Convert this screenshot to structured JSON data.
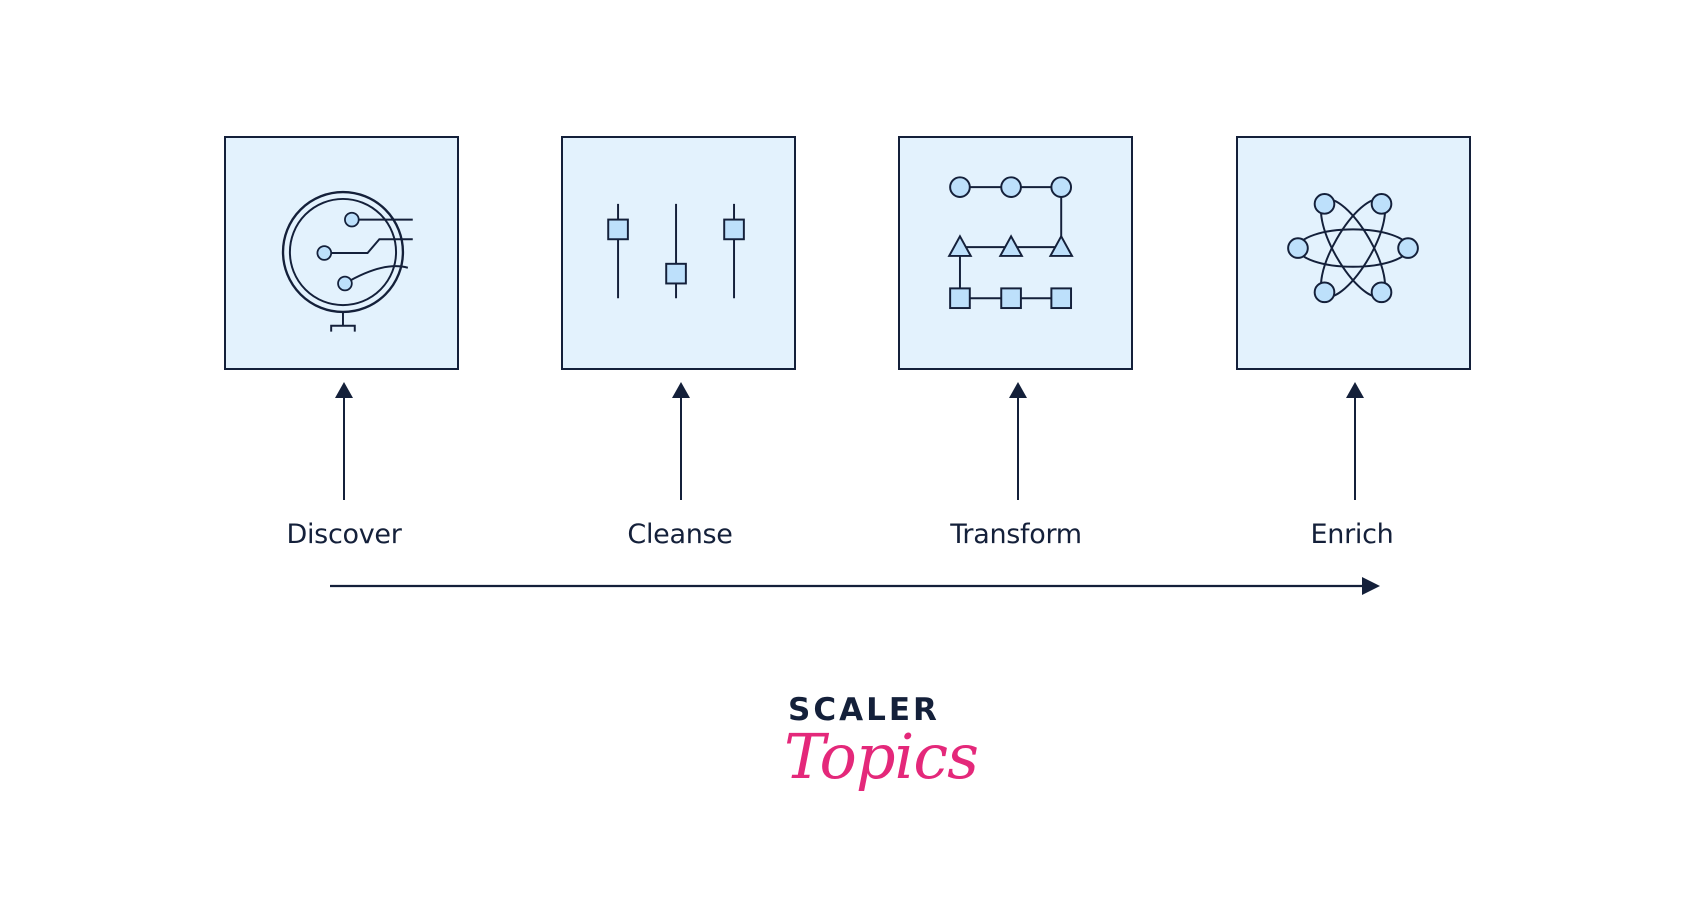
{
  "diagram": {
    "title": "Data wrangling process",
    "stages": [
      {
        "label": "Discover",
        "icon": "magnifier-circuit-icon"
      },
      {
        "label": "Cleanse",
        "icon": "sliders-icon"
      },
      {
        "label": "Transform",
        "icon": "shape-network-icon"
      },
      {
        "label": "Enrich",
        "icon": "atom-icon"
      }
    ],
    "flow_direction": "left-to-right"
  },
  "colors": {
    "stroke": "#14203a",
    "box_fill": "#e3f2fd",
    "node_fill": "#bde0fb",
    "brand_pink": "#e4287a"
  },
  "logo": {
    "line1": "SCALER",
    "line2": "Topics"
  }
}
